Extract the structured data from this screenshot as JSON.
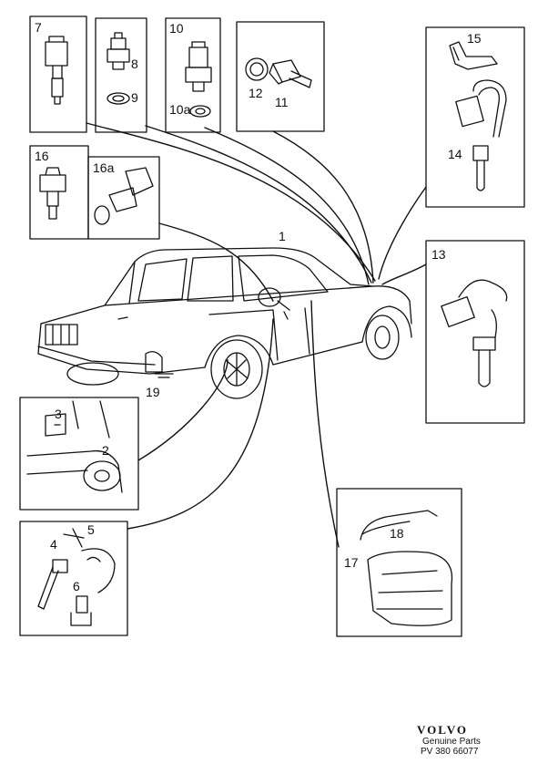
{
  "callouts": {
    "c1": "1",
    "c2": "2",
    "c3": "3",
    "c4": "4",
    "c5": "5",
    "c6": "6",
    "c7": "7",
    "c8": "8",
    "c9": "9",
    "c10": "10",
    "c10a": "10a",
    "c11": "11",
    "c12": "12",
    "c13": "13",
    "c14": "14",
    "c15": "15",
    "c16": "16",
    "c16a": "16a",
    "c17": "17",
    "c18": "18",
    "c19": "19"
  },
  "footer": {
    "brand": "VOLVO",
    "subtitle": "Genuine Parts",
    "reference": "PV 380 66077"
  },
  "colors": {
    "ink": "#111111",
    "paper": "#ffffff"
  }
}
